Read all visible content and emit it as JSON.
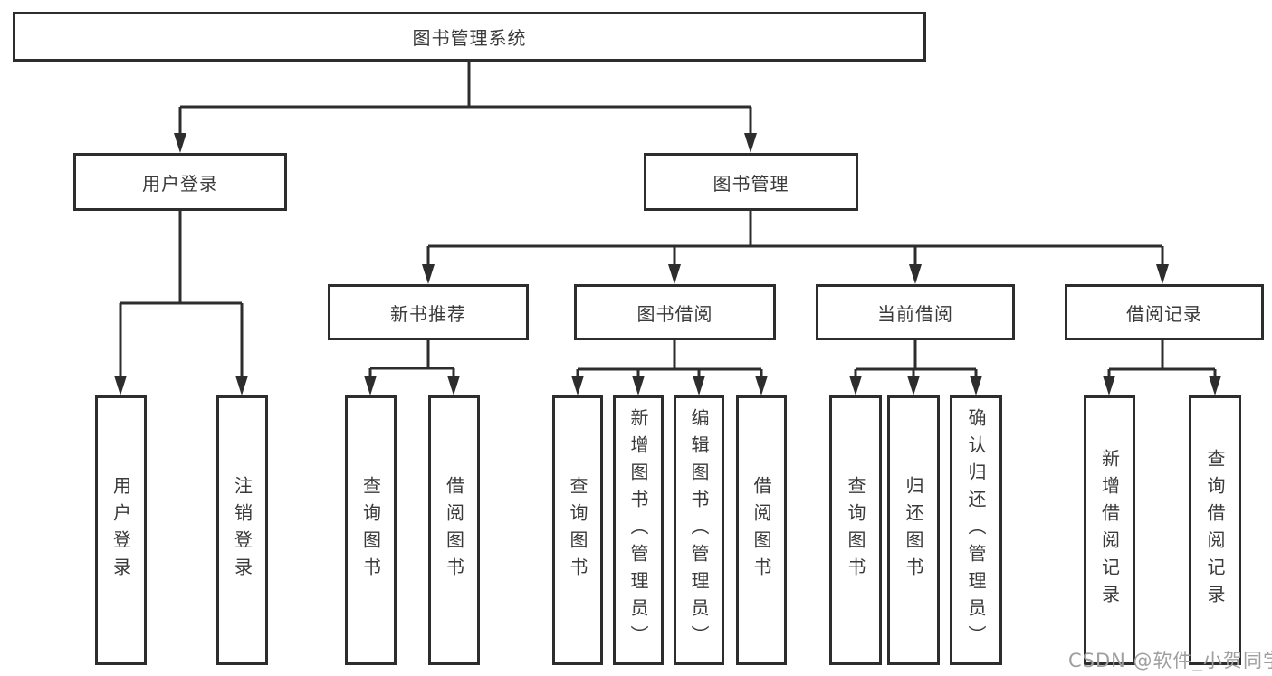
{
  "title": "图书管理系统",
  "level2": {
    "user_login": "用户登录",
    "book_mgmt": "图书管理"
  },
  "level3": {
    "new_books": "新书推荐",
    "book_borrow": "图书借阅",
    "current_borrow": "当前借阅",
    "borrow_records": "借阅记录"
  },
  "leaves": {
    "user_login": [
      "用户登录",
      "注销登录"
    ],
    "new_books": [
      "查询图书",
      "借阅图书"
    ],
    "book_borrow": [
      "查询图书",
      "新增图书（管理员）",
      "编辑图书（管理员）",
      "借阅图书"
    ],
    "current_borrow": [
      "查询图书",
      "归还图书",
      "确认归还（管理员）"
    ],
    "borrow_records": [
      "新增借阅记录",
      "查询借阅记录"
    ]
  },
  "watermark": "CSDN @软件_小贺同学",
  "colors": {
    "border": "#2d2d2d",
    "line": "#2d2d2d",
    "text": "#3a3a3a",
    "watermark": "#9f9f9f",
    "background": "#ffffff"
  }
}
